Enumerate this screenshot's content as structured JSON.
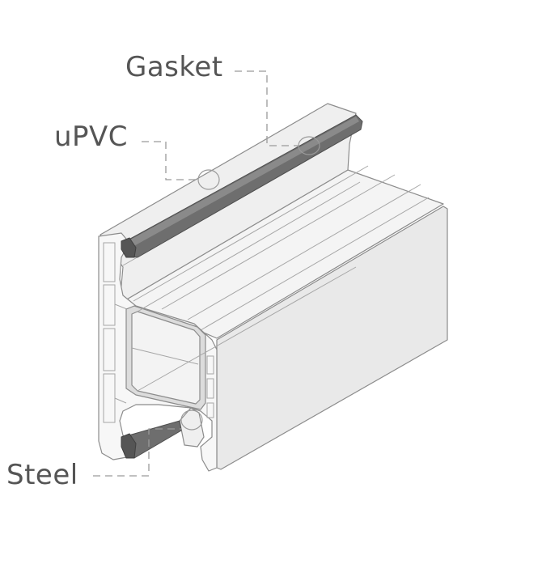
{
  "labels": {
    "gasket": "Gasket",
    "upvc": "uPVC",
    "steel": "Steel"
  },
  "colors": {
    "profile_light": "#f4f4f4",
    "profile_mid": "#e9e9e9",
    "profile_shadow": "#d9d9d9",
    "gasket": "#6e6e6e",
    "gasket_dark": "#4f4f4f",
    "steel": "#dcdcdc",
    "leader": "#9a9a9a",
    "label_text": "#555555"
  }
}
